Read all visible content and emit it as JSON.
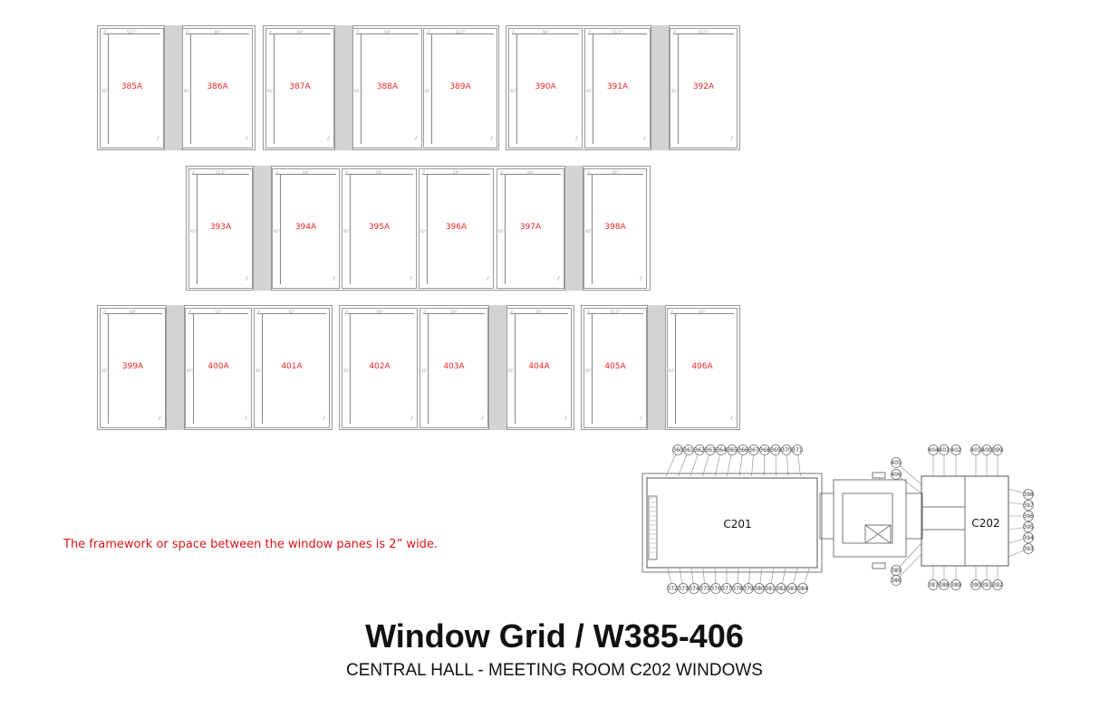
{
  "panes": [
    {
      "label": "385A",
      "w": "53.5\"",
      "h": "92\""
    },
    {
      "label": "386A",
      "w": "60\"",
      "h": "92\""
    },
    {
      "label": "387A",
      "w": "59\"",
      "h": "92\""
    },
    {
      "label": "388A",
      "w": "59\"",
      "h": "92\""
    },
    {
      "label": "389A",
      "w": "53.5\"",
      "h": "92\""
    },
    {
      "label": "390A",
      "w": "56\"",
      "h": "92\""
    },
    {
      "label": "391A",
      "w": "51.5\"",
      "h": "92\""
    },
    {
      "label": "392A",
      "w": "51.5\"",
      "h": "92\""
    },
    {
      "label": "393A",
      "w": "53.5\"",
      "h": "92\""
    },
    {
      "label": "394A",
      "w": "59\"",
      "h": "92\""
    },
    {
      "label": "395A",
      "w": "59\"",
      "h": "92\""
    },
    {
      "label": "396A",
      "w": "59\"",
      "h": "92\""
    },
    {
      "label": "397A",
      "w": "59\"",
      "h": "92\""
    },
    {
      "label": "398A",
      "w": "56\"",
      "h": "92\""
    },
    {
      "label": "399A",
      "w": "60\"",
      "h": "92\""
    },
    {
      "label": "400A",
      "w": "53\"",
      "h": "92\""
    },
    {
      "label": "401A",
      "w": "62\"",
      "h": "92\""
    },
    {
      "label": "402A",
      "w": "59\"",
      "h": "92\""
    },
    {
      "label": "403A",
      "w": "59\"",
      "h": "92\""
    },
    {
      "label": "404A",
      "w": "56\"",
      "h": "92\""
    },
    {
      "label": "405A",
      "w": "51.5\"",
      "h": "92\""
    },
    {
      "label": "406A",
      "w": "60\"",
      "h": "92\""
    }
  ],
  "note": "The framework or space between the window panes is 2” wide.",
  "title": "Window Grid / W385-406",
  "subtitle": "CENTRAL HALL - MEETING ROOM C202 WINDOWS",
  "plan": {
    "rooms": [
      "C201",
      "C202"
    ],
    "bubbles_top_c201": [
      "360",
      "361",
      "362",
      "363",
      "364",
      "365",
      "366",
      "367",
      "368",
      "369",
      "370",
      "371"
    ],
    "bubbles_bottom_c201": [
      "372",
      "373",
      "374",
      "375",
      "376",
      "377",
      "378",
      "379",
      "380",
      "381",
      "382",
      "383",
      "384"
    ],
    "bubbles_top_c202": [
      "404",
      "403",
      "402",
      "401",
      "400",
      "399"
    ],
    "bubbles_left_top_c202": [
      "405",
      "406"
    ],
    "bubbles_right_c202": [
      "398",
      "397",
      "396",
      "395",
      "394",
      "393"
    ],
    "bubbles_left_bottom_c202": [
      "385",
      "386"
    ],
    "bubbles_bottom_c202": [
      "387",
      "388",
      "389",
      "390",
      "391",
      "392"
    ]
  }
}
